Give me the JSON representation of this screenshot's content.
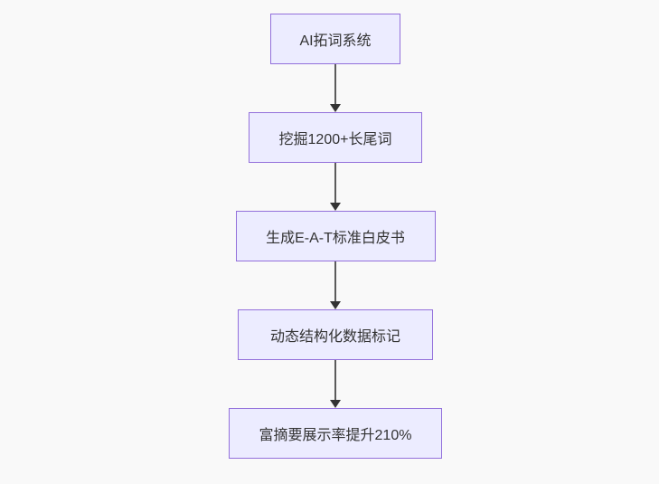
{
  "page": {
    "background_color": "#f9f9f9"
  },
  "chart_data": {
    "type": "flowchart",
    "direction": "top-down",
    "node_fill_color": "#ECECFF",
    "node_border_color": "#9370DB",
    "edge_line_color": "#5b5b5b",
    "arrowhead_color": "#333333",
    "text_color": "#333333",
    "nodes": [
      {
        "id": "n1",
        "label": "AI拓词系统"
      },
      {
        "id": "n2",
        "label": "挖掘1200+长尾词"
      },
      {
        "id": "n3",
        "label": "生成E-A-T标准白皮书"
      },
      {
        "id": "n4",
        "label": "动态结构化数据标记"
      },
      {
        "id": "n5",
        "label": "富摘要展示率提升210%"
      }
    ],
    "edges": [
      {
        "from": "n1",
        "to": "n2"
      },
      {
        "from": "n2",
        "to": "n3"
      },
      {
        "from": "n3",
        "to": "n4"
      },
      {
        "from": "n4",
        "to": "n5"
      }
    ]
  },
  "flowchart": {
    "nodes": [
      {
        "label": "AI拓词系统"
      },
      {
        "label": "挖掘1200+长尾词"
      },
      {
        "label": "生成E-A-T标准白皮书"
      },
      {
        "label": "动态结构化数据标记"
      },
      {
        "label": "富摘要展示率提升210%"
      }
    ]
  }
}
